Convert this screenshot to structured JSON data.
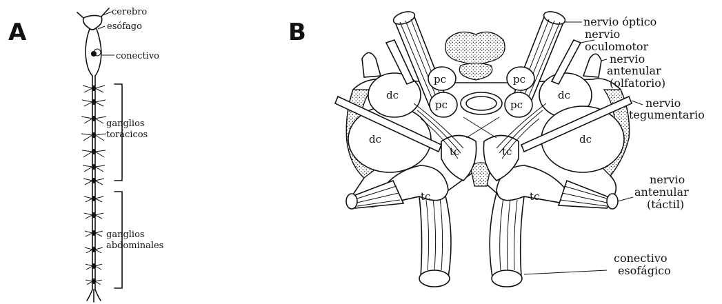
{
  "panels": {
    "a": {
      "letter": "A",
      "labels": {
        "brain": "cerebro",
        "esophagus": "esófago",
        "connective": "conectivo",
        "thoracic_1": "ganglios",
        "thoracic_2": "torácicos",
        "abdominal_1": "ganglios",
        "abdominal_2": "abdominales"
      }
    },
    "b": {
      "letter": "B",
      "labels": {
        "optic_nerve": "nervio óptico",
        "oculomotor_1": "nervio",
        "oculomotor_2": "oculomotor",
        "antennular_olf_1": "nervio",
        "antennular_olf_2": "antenular",
        "antennular_olf_3": "(olfatorio)",
        "tegumentary_1": "nervio",
        "tegumentary_2": "tegumentario",
        "antennular_tac_1": "nervio",
        "antennular_tac_2": "antenular",
        "antennular_tac_3": "(táctil)",
        "esoph_conn_1": "conectivo",
        "esoph_conn_2": "esofágico"
      },
      "regions": {
        "protocerebrum": "pc",
        "deutocerebrum": "dc",
        "tritocerebrum": "tc"
      }
    }
  }
}
